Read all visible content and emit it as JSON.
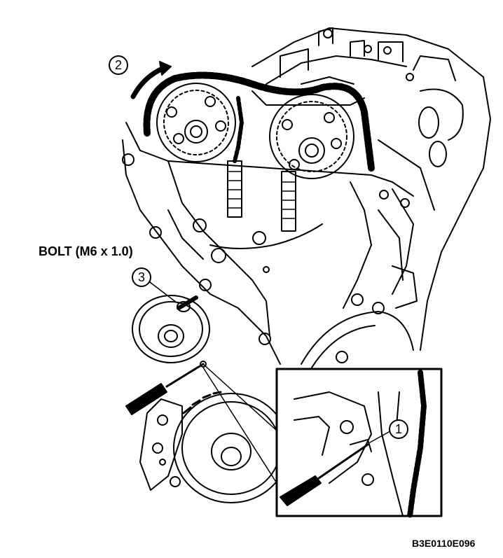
{
  "bolt_label": "BOLT (M6 x 1.0)",
  "figure_code": "B3E0110E096",
  "callouts": [
    "1",
    "2",
    "3"
  ],
  "ink_color": "#000000",
  "paper_color": "#ffffff"
}
